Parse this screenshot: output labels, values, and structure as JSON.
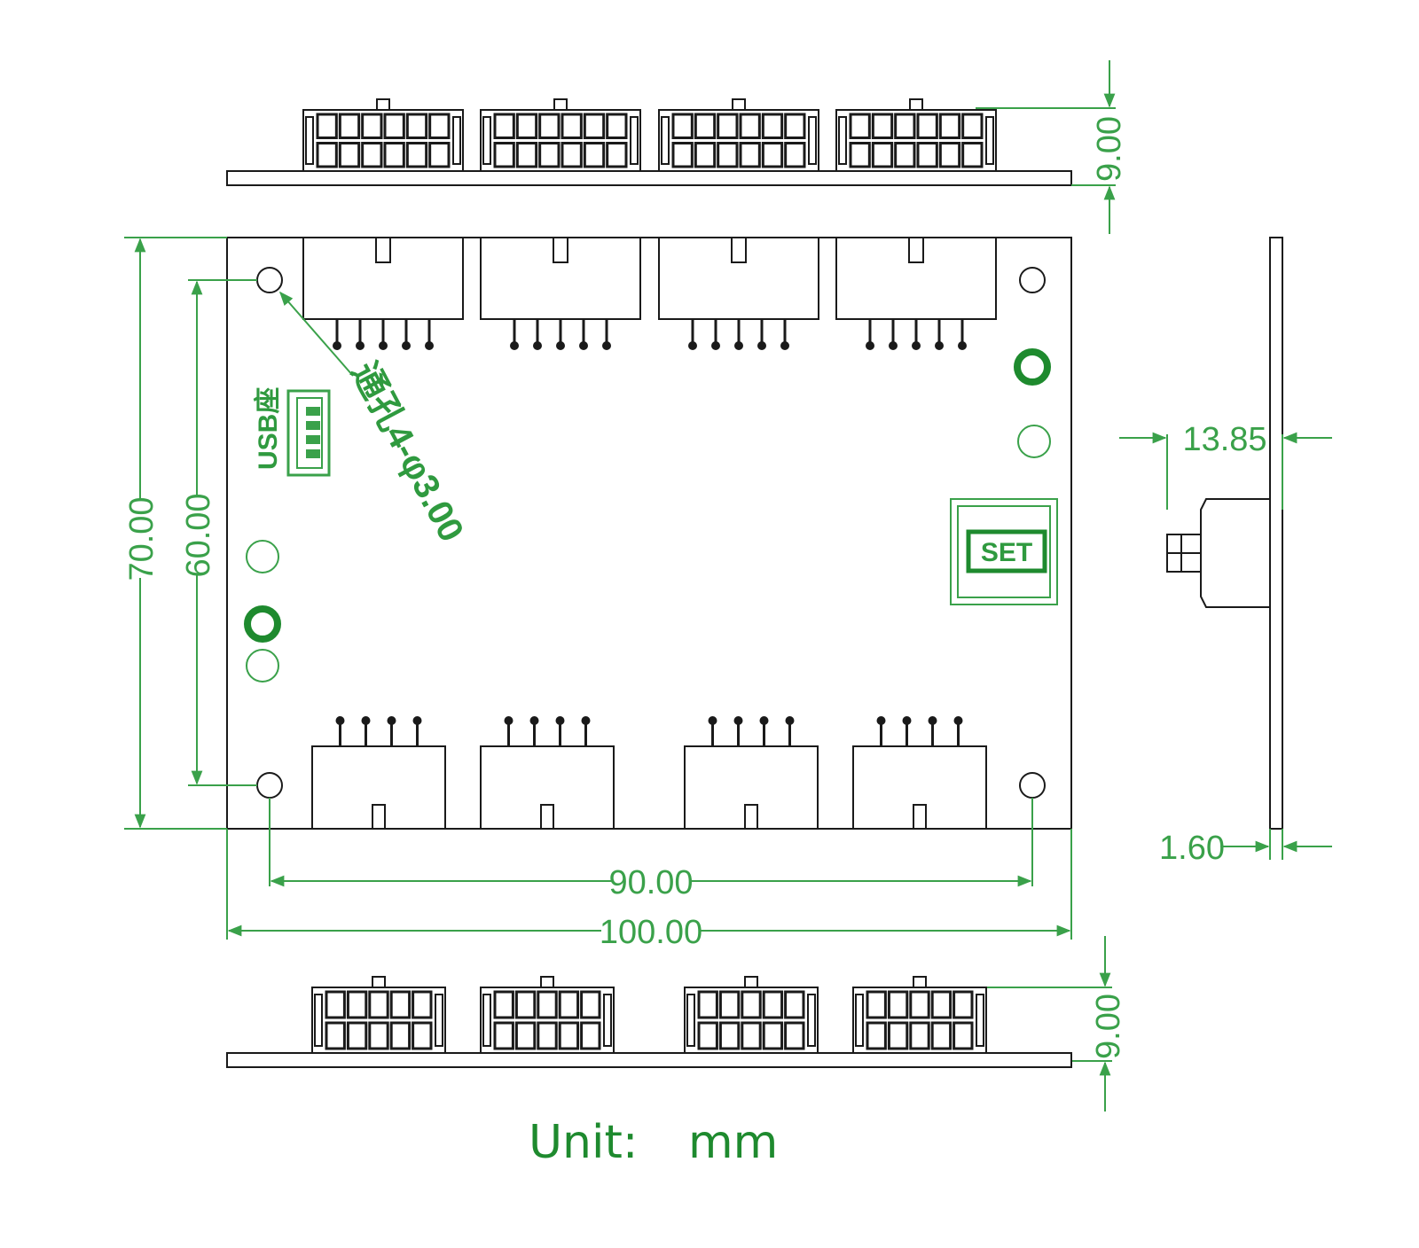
{
  "dimensions": {
    "top_height": "9.00",
    "board_height": "70.00",
    "hole_spacing_vertical": "60.00",
    "hole_spacing_horizontal": "90.00",
    "board_width": "100.00",
    "side_depth": "13.85",
    "board_thickness": "1.60",
    "bottom_height": "9.00"
  },
  "labels": {
    "mount_hole_note": "通孔4-φ3.00",
    "usb_port": "USB座",
    "set_button": "SET"
  },
  "unit": {
    "label": "Unit:",
    "value": "mm"
  },
  "colors": {
    "annotation": "#3aa14a",
    "outline": "#1a1a1a",
    "unit_text": "#1e8a2e"
  }
}
